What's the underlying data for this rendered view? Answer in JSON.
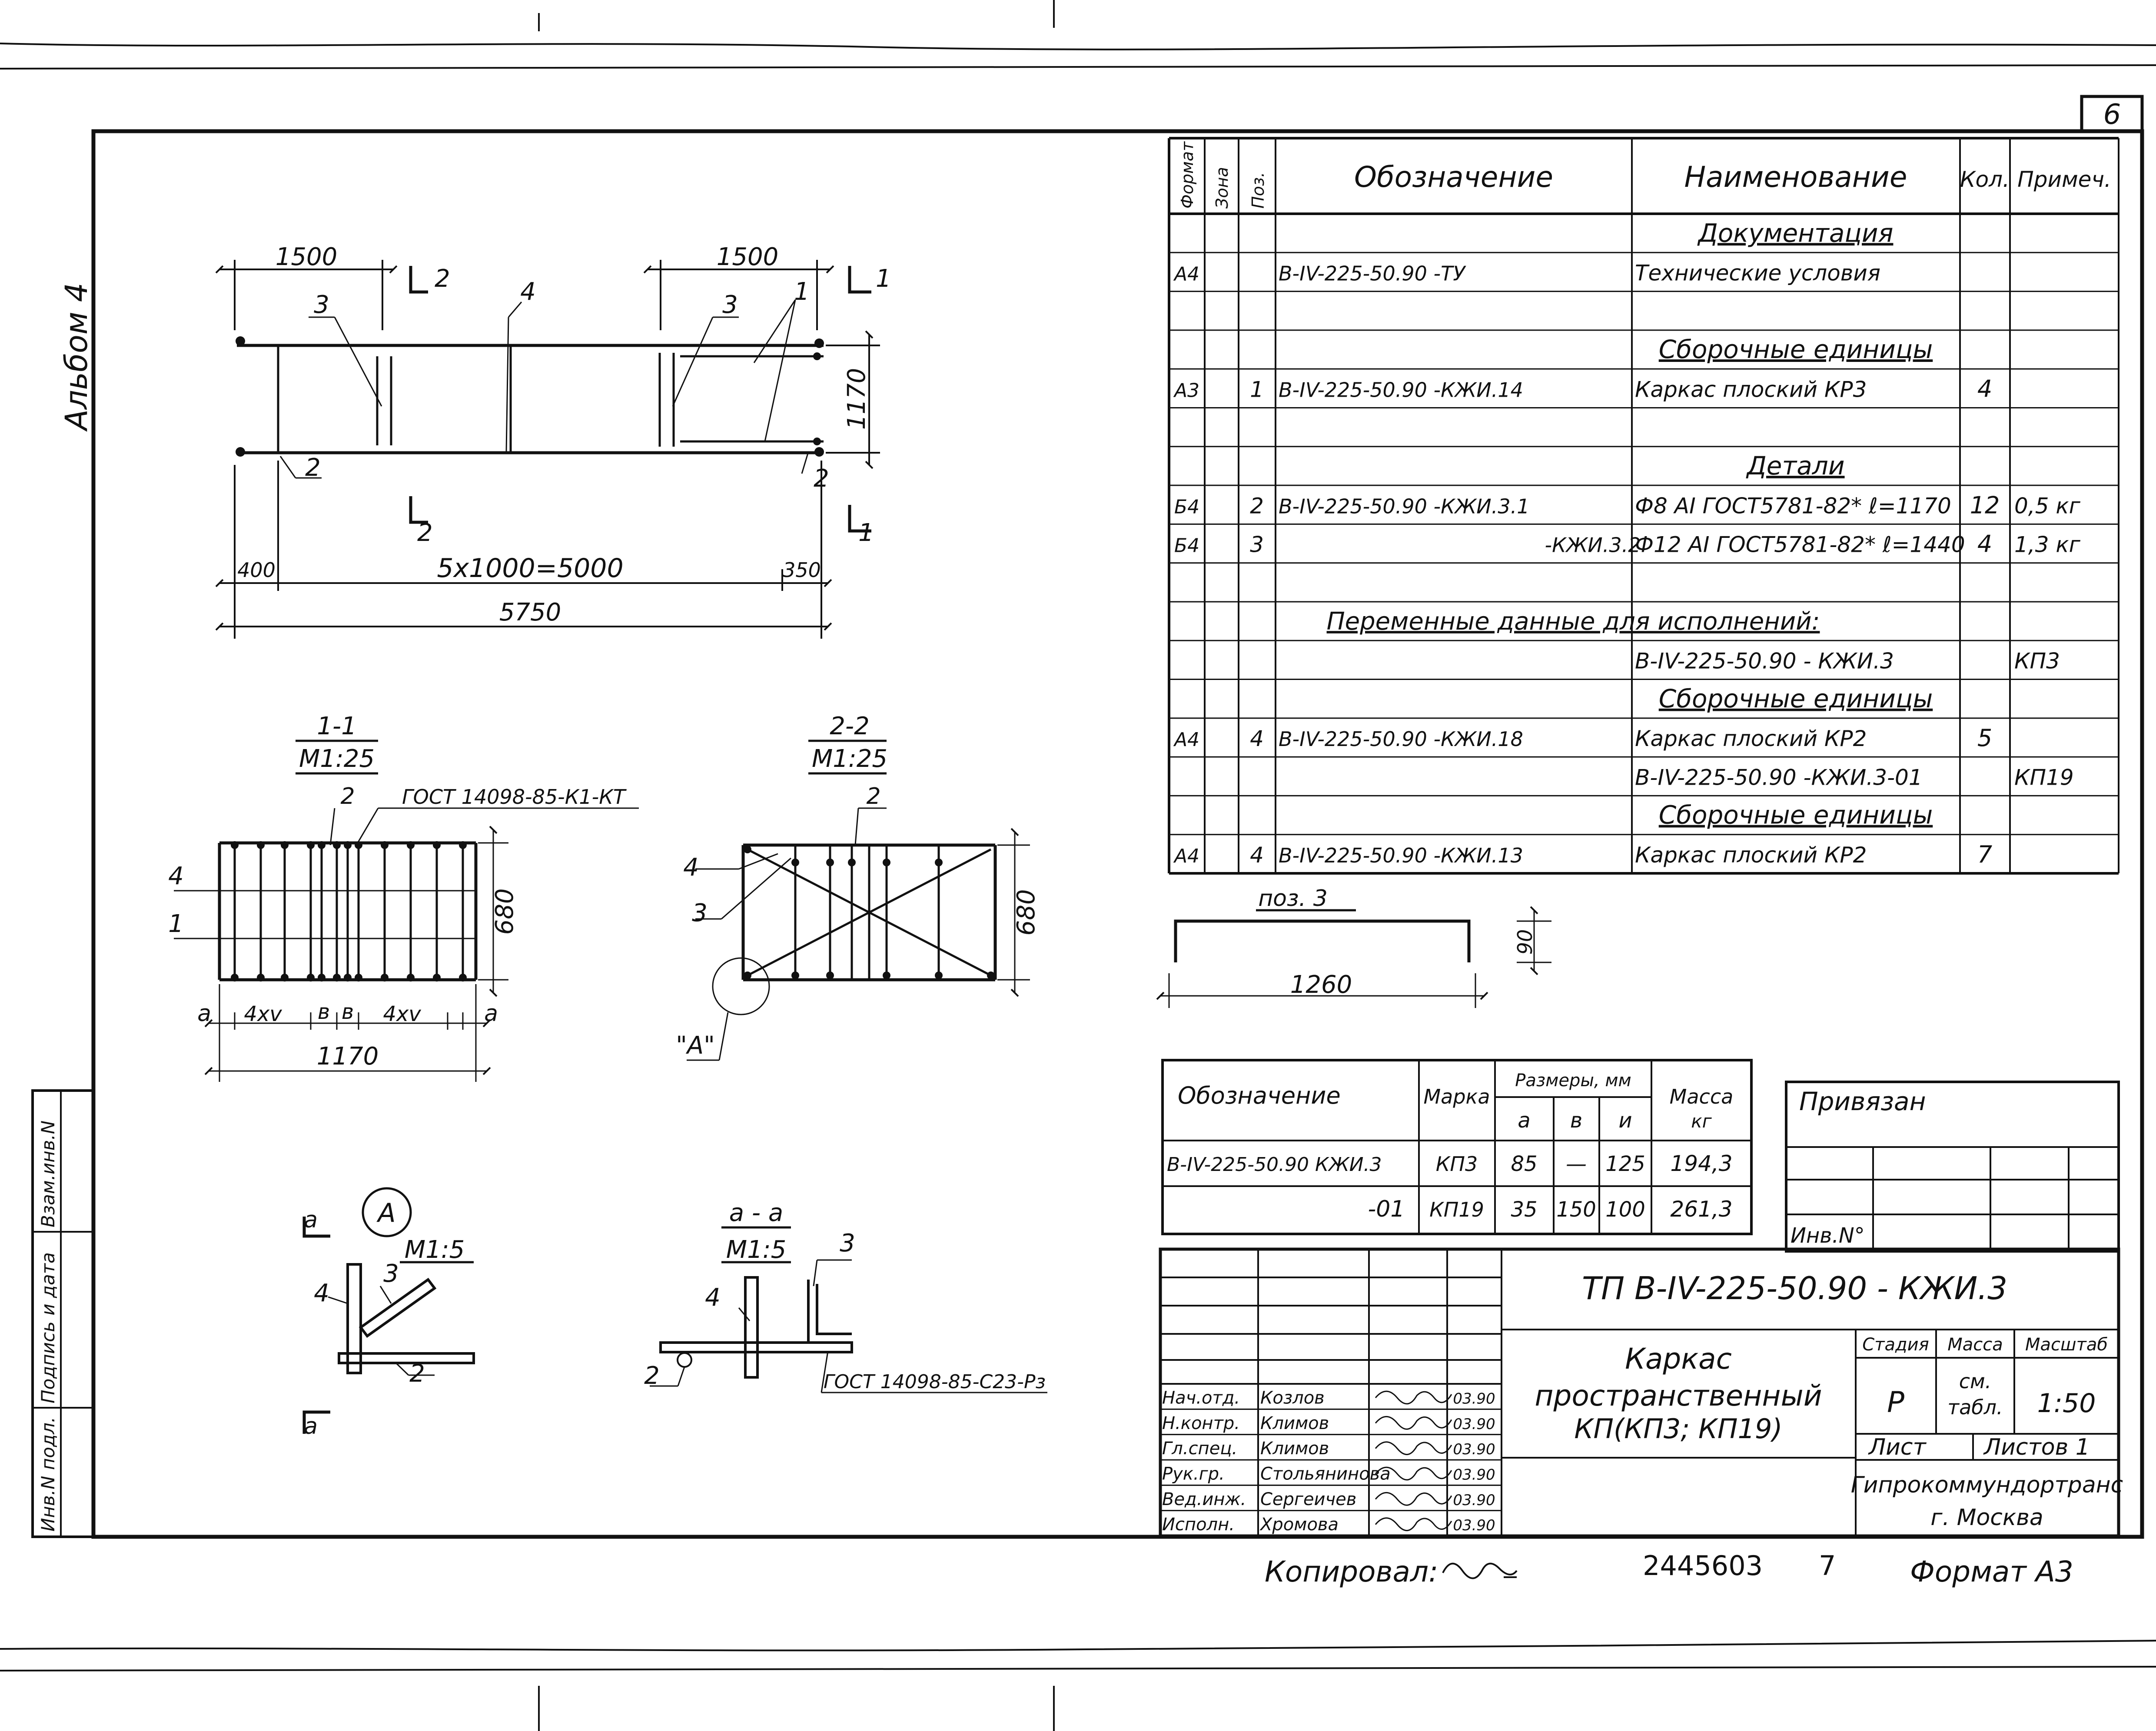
{
  "sheet_number": "6",
  "album_label": "Альбом 4",
  "left_stamp": [
    "Инв.N подл.",
    "Подпись и дата",
    "Взам.инв.N"
  ],
  "spec": {
    "headers": {
      "format": "Формат",
      "zone": "Зона",
      "pos": "Поз.",
      "designation": "Обозначение",
      "name": "Наименование",
      "qty": "Кол.",
      "note": "Примеч."
    },
    "rows": [
      {
        "format": "",
        "pos": "",
        "designation": "",
        "name": "Документация",
        "qty": "",
        "note": "",
        "heading": true
      },
      {
        "format": "А4",
        "pos": "",
        "designation": "В-IV-225-50.90 -ТУ",
        "name": "Технические условия",
        "qty": "",
        "note": ""
      },
      {
        "format": "",
        "pos": "",
        "designation": "",
        "name": "",
        "qty": "",
        "note": ""
      },
      {
        "format": "",
        "pos": "",
        "designation": "",
        "name": "Сборочные единицы",
        "qty": "",
        "note": "",
        "heading": true
      },
      {
        "format": "А3",
        "pos": "1",
        "designation": "В-IV-225-50.90 -КЖИ.14",
        "name": "Каркас плоский КР3",
        "qty": "4",
        "note": ""
      },
      {
        "format": "",
        "pos": "",
        "designation": "",
        "name": "",
        "qty": "",
        "note": ""
      },
      {
        "format": "",
        "pos": "",
        "designation": "",
        "name": "Детали",
        "qty": "",
        "note": "",
        "heading": true
      },
      {
        "format": "Б4",
        "pos": "2",
        "designation": "В-IV-225-50.90 -КЖИ.3.1",
        "name": "Ф8 АI ГОСТ5781-82* ℓ=1170",
        "qty": "12",
        "note": "0,5 кг"
      },
      {
        "format": "Б4",
        "pos": "3",
        "designation": "-КЖИ.3.2",
        "name": "Ф12 АI ГОСТ5781-82* ℓ=1440",
        "qty": "4",
        "note": "1,3 кг"
      },
      {
        "format": "",
        "pos": "",
        "designation": "",
        "name": "",
        "qty": "",
        "note": ""
      },
      {
        "format": "",
        "pos": "",
        "designation": "",
        "name": "Переменные данные для исполнений:",
        "qty": "",
        "note": "",
        "span": true
      },
      {
        "format": "",
        "pos": "",
        "designation": "",
        "name": "В-IV-225-50.90 - КЖИ.3",
        "qty": "",
        "note": "КП3"
      },
      {
        "format": "",
        "pos": "",
        "designation": "",
        "name": "Сборочные единицы",
        "qty": "",
        "note": "",
        "heading": true
      },
      {
        "format": "А4",
        "pos": "4",
        "designation": "В-IV-225-50.90 -КЖИ.18",
        "name": "Каркас плоский КР2",
        "qty": "5",
        "note": ""
      },
      {
        "format": "",
        "pos": "",
        "designation": "",
        "name": "В-IV-225-50.90 -КЖИ.3-01",
        "qty": "",
        "note": "КП19"
      },
      {
        "format": "",
        "pos": "",
        "designation": "",
        "name": "Сборочные единицы",
        "qty": "",
        "note": "",
        "heading": true
      },
      {
        "format": "А4",
        "pos": "4",
        "designation": "В-IV-225-50.90 -КЖИ.13",
        "name": "Каркас плоский КР2",
        "qty": "7",
        "note": ""
      }
    ]
  },
  "plan": {
    "dims": {
      "d1500a": "1500",
      "d1500b": "1500",
      "d1170": "1170",
      "d400": "400",
      "d5000": "5x1000=5000",
      "d350": "350",
      "d5750": "5750"
    },
    "labels": {
      "p1": "1",
      "p2a": "2",
      "p2b": "2",
      "p3a": "3",
      "p3b": "3",
      "p4": "4",
      "s1a": "1",
      "s1b": "1",
      "s2a": "2",
      "s2b": "2"
    }
  },
  "sec11": {
    "title": "1-1",
    "scale": "М1:25",
    "gost": "ГОСТ 14098-85-К1-КТ",
    "l2": "2",
    "l4": "4",
    "l1": "1",
    "d680": "680",
    "da1": "а",
    "d4v1": "4хv",
    "db1": "в",
    "db2": "в",
    "d4v2": "4хv",
    "da2": "а",
    "d1170": "1170"
  },
  "sec22": {
    "title": "2-2",
    "scale": "М1:25",
    "l2": "2",
    "l4": "4",
    "l3": "3",
    "d680": "680",
    "la": "\"А\""
  },
  "nodeA": {
    "title": "А",
    "scale": "М1:5",
    "l4": "4",
    "l3": "3",
    "l2": "2",
    "cut1": "а",
    "cut2": "а"
  },
  "secaa": {
    "title": "а - а",
    "scale": "М1:5",
    "l3": "3",
    "l4": "4",
    "l2": "2",
    "gost": "ГОСТ 14098-85-С23-Рз"
  },
  "pos3": {
    "title": "поз. 3",
    "d1260": "1260",
    "d90": "90"
  },
  "variants": {
    "h_designation": "Обозначение",
    "h_mark": "Марка",
    "h_sizes": "Размеры, мм",
    "h_a": "а",
    "h_b": "в",
    "h_u": "и",
    "h_mass": "Масса",
    "h_mass_unit": "кг",
    "rows": [
      {
        "designation": "В-IV-225-50.90 КЖИ.3",
        "mark": "КП3",
        "a": "85",
        "b": "—",
        "u": "125",
        "mass": "194,3"
      },
      {
        "designation": "-01",
        "mark": "КП19",
        "a": "35",
        "b": "150",
        "u": "100",
        "mass": "261,3"
      }
    ]
  },
  "privyazan": {
    "label": "Привязан",
    "inv_label": "Инв.N°"
  },
  "title_block": {
    "code": "ТП   В-IV-225-50.90   - КЖИ.3",
    "name": [
      "Каркас",
      "пространственный",
      "КП(КП3; КП19)"
    ],
    "stage_label": "Стадия",
    "mass_label": "Масса",
    "scale_label": "Масштаб",
    "stage": "Р",
    "mass_line1": "см.",
    "mass_line2": "табл.",
    "scale": "1:50",
    "sheet_label": "Лист",
    "sheets_label": "Листов 1",
    "org_line1": "Гипрокоммундортранс",
    "org_line2": "г. Москва",
    "staff": [
      {
        "role": "Нач.отд.",
        "name": "Козлов",
        "date": "03.90"
      },
      {
        "role": "Н.контр.",
        "name": "Климов",
        "date": "03.90"
      },
      {
        "role": "Гл.спец.",
        "name": "Климов",
        "date": "03.90"
      },
      {
        "role": "Рук.гр.",
        "name": "Стольянинова",
        "date": "03.90"
      },
      {
        "role": "Вед.инж.",
        "name": "Сергеичев",
        "date": "03.90"
      },
      {
        "role": "Исполн.",
        "name": "Хромова",
        "date": "03.90"
      }
    ]
  },
  "footer": {
    "copied": "Копировал:",
    "number": "2445603",
    "page": "7",
    "format": "Формат А3"
  }
}
